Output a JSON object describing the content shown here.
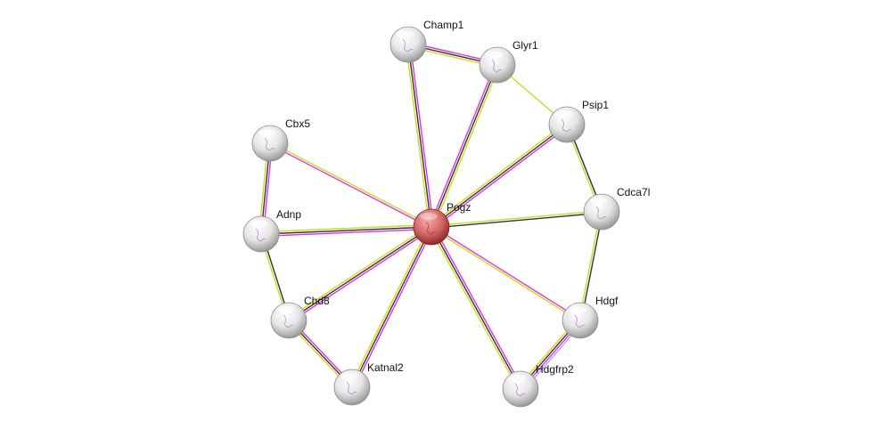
{
  "network": {
    "query_protein": "Pogz",
    "nodes": [
      {
        "id": "Pogz",
        "label": "Pogz",
        "query": true
      },
      {
        "id": "Champ1",
        "label": "Champ1"
      },
      {
        "id": "Glyr1",
        "label": "Glyr1"
      },
      {
        "id": "Psip1",
        "label": "Psip1"
      },
      {
        "id": "Cdca7l",
        "label": "Cdca7l"
      },
      {
        "id": "Hdgf",
        "label": "Hdgf"
      },
      {
        "id": "Hdgfrp2",
        "label": "Hdgfrp2"
      },
      {
        "id": "Katnal2",
        "label": "Katnal2"
      },
      {
        "id": "Chd8",
        "label": "Chd8"
      },
      {
        "id": "Adnp",
        "label": "Adnp"
      },
      {
        "id": "Cbx5",
        "label": "Cbx5"
      }
    ],
    "evidence_colors": {
      "textmining": "#c8dc1e",
      "coexpression": "#333333",
      "experiments": "#e030e0",
      "homology": "#a0a8ff"
    },
    "edges": [
      {
        "a": "Pogz",
        "b": "Champ1",
        "evidence": [
          "textmining",
          "coexpression",
          "experiments"
        ]
      },
      {
        "a": "Pogz",
        "b": "Glyr1",
        "evidence": [
          "experiments",
          "coexpression",
          "textmining"
        ]
      },
      {
        "a": "Pogz",
        "b": "Psip1",
        "evidence": [
          "textmining",
          "coexpression",
          "experiments"
        ]
      },
      {
        "a": "Pogz",
        "b": "Cbx5",
        "evidence": [
          "experiments",
          "textmining"
        ]
      },
      {
        "a": "Pogz",
        "b": "Adnp",
        "evidence": [
          "experiments",
          "coexpression",
          "textmining"
        ]
      },
      {
        "a": "Pogz",
        "b": "Cdca7l",
        "evidence": [
          "textmining",
          "coexpression"
        ]
      },
      {
        "a": "Pogz",
        "b": "Chd8",
        "evidence": [
          "experiments",
          "coexpression",
          "textmining"
        ]
      },
      {
        "a": "Pogz",
        "b": "Katnal2",
        "evidence": [
          "experiments",
          "coexpression",
          "textmining"
        ]
      },
      {
        "a": "Pogz",
        "b": "Hdgfrp2",
        "evidence": [
          "experiments",
          "coexpression",
          "textmining"
        ]
      },
      {
        "a": "Pogz",
        "b": "Hdgf",
        "evidence": [
          "experiments",
          "textmining"
        ]
      },
      {
        "a": "Champ1",
        "b": "Glyr1",
        "evidence": [
          "experiments",
          "coexpression",
          "textmining"
        ]
      },
      {
        "a": "Glyr1",
        "b": "Psip1",
        "evidence": [
          "textmining"
        ]
      },
      {
        "a": "Psip1",
        "b": "Cdca7l",
        "evidence": [
          "coexpression",
          "textmining"
        ]
      },
      {
        "a": "Cdca7l",
        "b": "Hdgf",
        "evidence": [
          "coexpression",
          "textmining"
        ]
      },
      {
        "a": "Hdgf",
        "b": "Hdgfrp2",
        "evidence": [
          "homology",
          "experiments",
          "coexpression",
          "textmining"
        ]
      },
      {
        "a": "Cbx5",
        "b": "Adnp",
        "evidence": [
          "experiments",
          "coexpression",
          "textmining"
        ]
      },
      {
        "a": "Adnp",
        "b": "Chd8",
        "evidence": [
          "coexpression",
          "textmining"
        ]
      },
      {
        "a": "Chd8",
        "b": "Katnal2",
        "evidence": [
          "experiments",
          "coexpression",
          "textmining"
        ]
      }
    ]
  }
}
